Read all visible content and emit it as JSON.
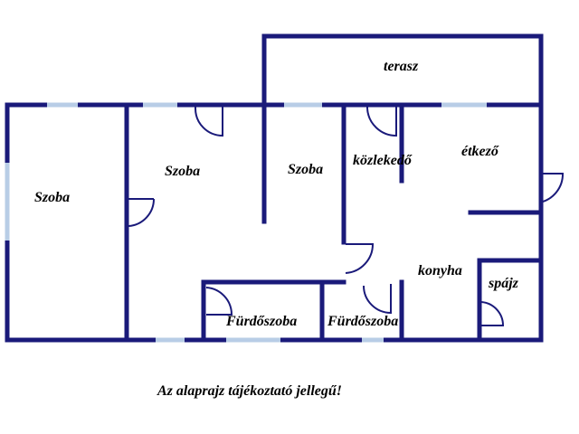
{
  "floorplan": {
    "rooms": {
      "szoba_left": "Szoba",
      "szoba_middle": "Szoba",
      "szoba_right": "Szoba",
      "terasz": "terasz",
      "kozlekedo": "közlekedő",
      "etkezo": "étkező",
      "konyha": "konyha",
      "spajz": "spájz",
      "furdoszoba_left": "Fürdőszoba",
      "furdoszoba_right": "Fürdőszoba"
    },
    "note": "Az alaprajz tájékoztató jellegű!",
    "colors": {
      "wall": "#1a1a7a",
      "window": "#b8cde6",
      "background": "#ffffff",
      "text": "#000000"
    }
  }
}
